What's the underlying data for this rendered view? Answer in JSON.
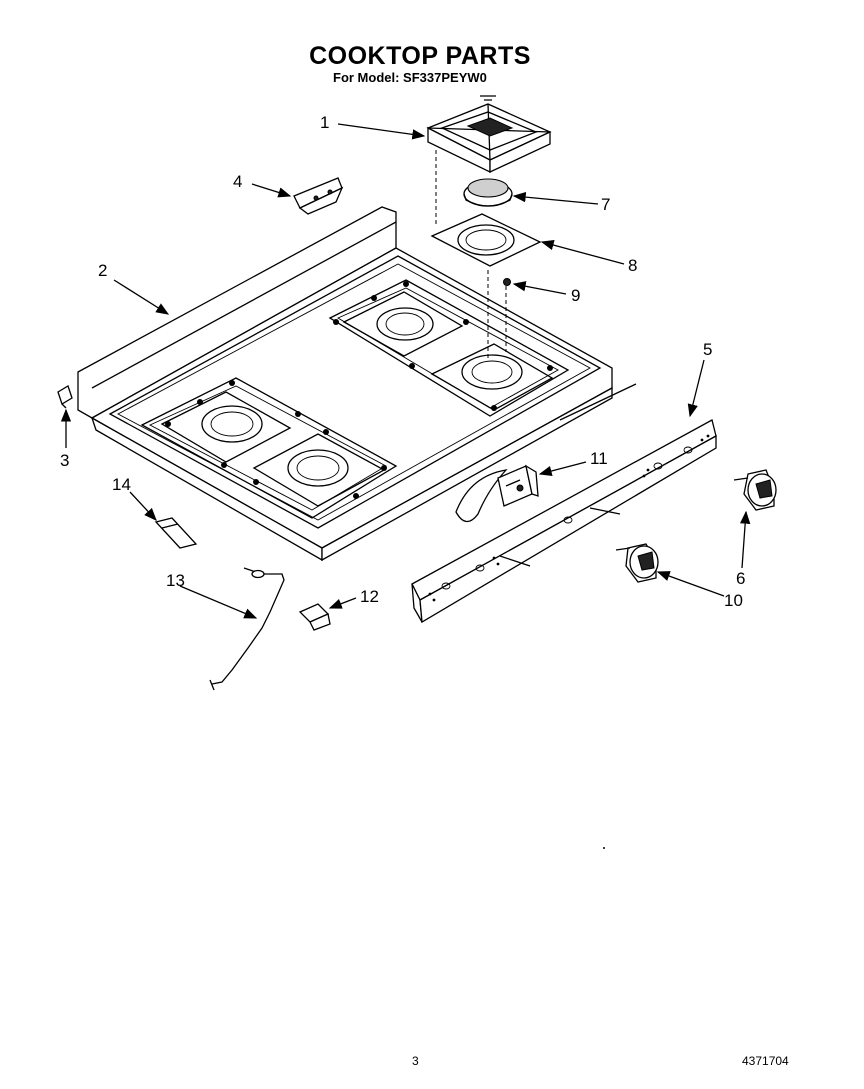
{
  "header": {
    "title": "COOKTOP PARTS",
    "subtitle": "For Model: SF337PEYW0"
  },
  "callouts": {
    "c1": "1",
    "c2": "2",
    "c3": "3",
    "c4": "4",
    "c5": "5",
    "c6": "6",
    "c7": "7",
    "c8": "8",
    "c9": "9",
    "c10": "10",
    "c11": "11",
    "c12": "12",
    "c13": "13",
    "c14": "14"
  },
  "footer": {
    "page_number": "3",
    "part_number": "4371704"
  }
}
